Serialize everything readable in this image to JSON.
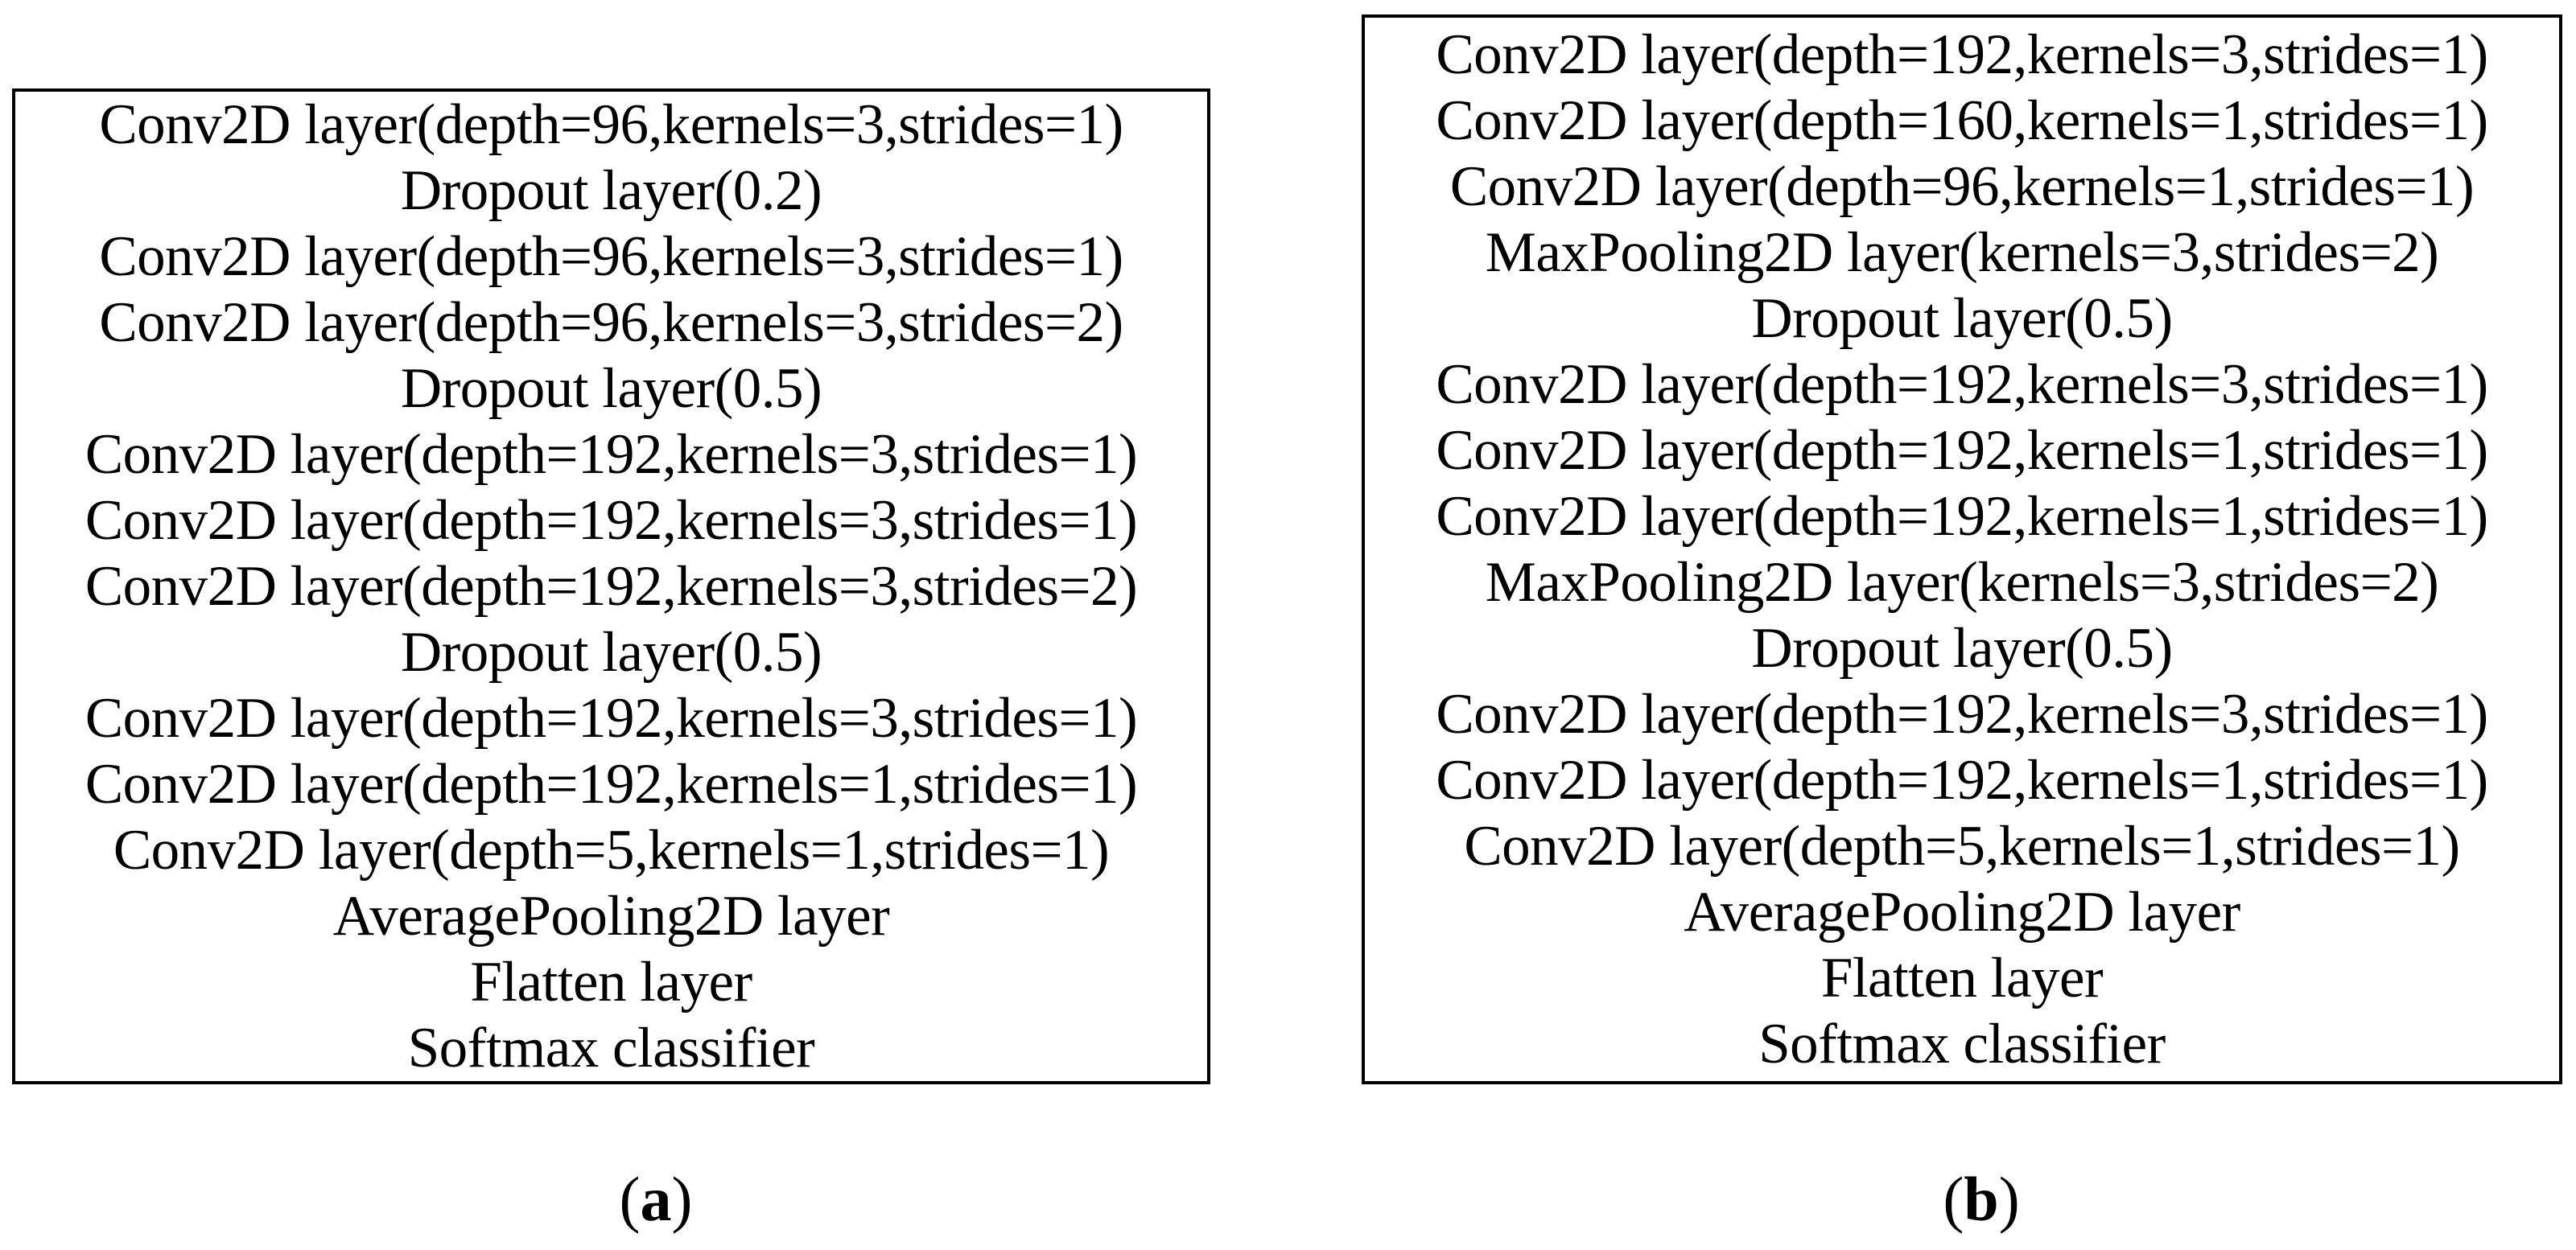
{
  "figure": {
    "background": "#ffffff",
    "text_color": "#000000",
    "border_color": "#000000",
    "panels": [
      {
        "name": "a",
        "caption": {
          "open": "(",
          "letter": "a",
          "close": ")"
        },
        "layers": [
          "Conv2D layer(depth=96,kernels=3,strides=1)",
          "Dropout layer(0.2)",
          "Conv2D layer(depth=96,kernels=3,strides=1)",
          "Conv2D layer(depth=96,kernels=3,strides=2)",
          "Dropout layer(0.5)",
          "Conv2D layer(depth=192,kernels=3,strides=1)",
          "Conv2D layer(depth=192,kernels=3,strides=1)",
          "Conv2D layer(depth=192,kernels=3,strides=2)",
          "Dropout layer(0.5)",
          "Conv2D layer(depth=192,kernels=3,strides=1)",
          "Conv2D layer(depth=192,kernels=1,strides=1)",
          "Conv2D layer(depth=5,kernels=1,strides=1)",
          "AveragePooling2D layer",
          "Flatten layer",
          "Softmax classifier"
        ]
      },
      {
        "name": "b",
        "caption": {
          "open": "(",
          "letter": "b",
          "close": ")"
        },
        "layers": [
          "Conv2D layer(depth=192,kernels=3,strides=1)",
          "Conv2D layer(depth=160,kernels=1,strides=1)",
          "Conv2D layer(depth=96,kernels=1,strides=1)",
          "MaxPooling2D layer(kernels=3,strides=2)",
          "Dropout layer(0.5)",
          "Conv2D layer(depth=192,kernels=3,strides=1)",
          "Conv2D layer(depth=192,kernels=1,strides=1)",
          "Conv2D layer(depth=192,kernels=1,strides=1)",
          "MaxPooling2D layer(kernels=3,strides=2)",
          "Dropout layer(0.5)",
          "Conv2D layer(depth=192,kernels=3,strides=1)",
          "Conv2D layer(depth=192,kernels=1,strides=1)",
          "Conv2D layer(depth=5,kernels=1,strides=1)",
          "AveragePooling2D layer",
          "Flatten layer",
          "Softmax classifier"
        ]
      }
    ]
  }
}
